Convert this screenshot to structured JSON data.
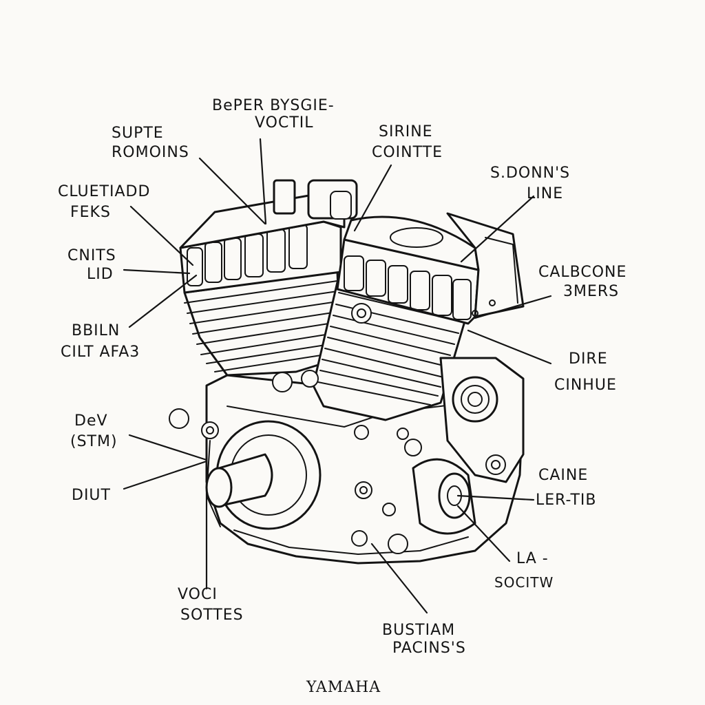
{
  "labels": {
    "top_center": {
      "line1": "BePER BYSGIE-",
      "line2": "VOCTIL"
    },
    "top_left": {
      "line1": "SUPTE",
      "line2": "ROMOINS"
    },
    "upper_left": {
      "line1": "CLUETIADD",
      "line2": "FEKS"
    },
    "mid_left": {
      "line1": "CNITS",
      "line2": "LID"
    },
    "lower_left": {
      "line1": "BBILN",
      "line2": "CILT AFA3"
    },
    "left_1": {
      "line1": "DeV",
      "line2": "(STM)"
    },
    "left_2": {
      "line1": "DIUT"
    },
    "bottom_left": {
      "line1": "VOCI",
      "line2": "SOTTES"
    },
    "top_right_center": {
      "line1": "SIRINE",
      "line2": "COINTTE"
    },
    "top_right": {
      "line1": "S.DONN'S",
      "line2": "LINE"
    },
    "right_1": {
      "line1": "CALBCONE",
      "line2": "3MERS"
    },
    "right_2": {
      "line1": "DIRE",
      "line2": "CINHUE"
    },
    "right_3": {
      "line1": "CAINE",
      "line2": "LER-TIB"
    },
    "bottom_right": {
      "line1": "LA -",
      "line2": "SOCITW"
    },
    "bottom_center": {
      "line1": "BUSTIAM",
      "line2": "PACINS'S"
    }
  },
  "brand": "YAMAHA"
}
